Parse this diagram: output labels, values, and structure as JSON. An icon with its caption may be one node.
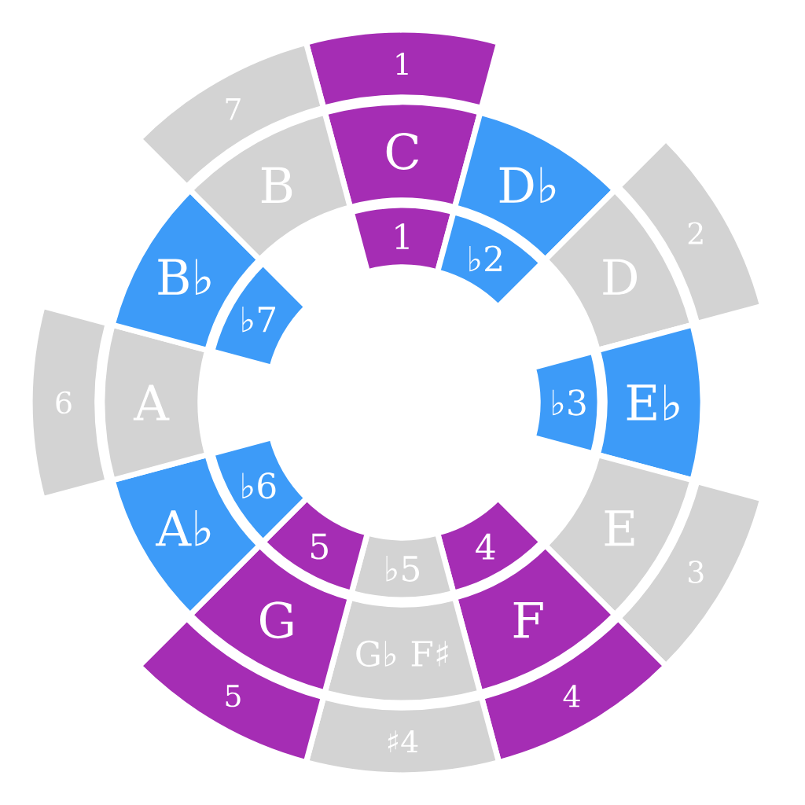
{
  "diagram": {
    "nodes": [
      {
        "text": [
          "C"
        ]
      },
      {
        "text": [
          "D♭"
        ]
      },
      {
        "text": [
          "D"
        ]
      },
      {
        "text": [
          "E♭"
        ]
      },
      {
        "text": [
          "E"
        ]
      },
      {
        "text": [
          "F"
        ]
      },
      {
        "text": [
          "G♭ F♯"
        ]
      },
      {
        "text": [
          "G"
        ]
      },
      {
        "text": [
          "A♭"
        ]
      },
      {
        "text": [
          "A"
        ]
      },
      {
        "text": [
          "B♭"
        ]
      },
      {
        "text": [
          "B"
        ]
      },
      {
        "text": [
          "1"
        ]
      },
      {
        "text": [
          "♭2"
        ]
      },
      {
        "text": [
          "♭3"
        ]
      },
      {
        "text": [
          "4"
        ]
      },
      {
        "text": [
          "♭5"
        ]
      },
      {
        "text": [
          "5"
        ]
      },
      {
        "text": [
          "♭6"
        ]
      },
      {
        "text": [
          "♭7"
        ]
      },
      {
        "text": [
          "1"
        ]
      },
      {
        "text": [
          "2"
        ]
      },
      {
        "text": [
          "3"
        ]
      },
      {
        "text": [
          "4"
        ]
      },
      {
        "text": [
          "♯4"
        ]
      },
      {
        "text": [
          "5"
        ]
      },
      {
        "text": [
          "6"
        ]
      },
      {
        "text": [
          "7"
        ]
      }
    ]
  }
}
